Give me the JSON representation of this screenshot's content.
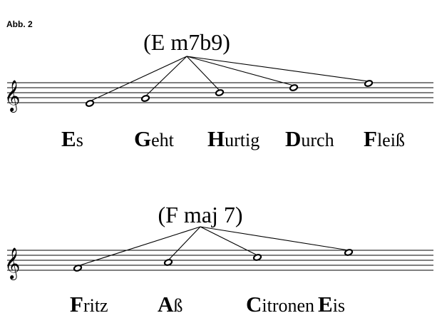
{
  "figure_label": "Abb. 2",
  "clef_icon": "treble-clef-icon",
  "clef_glyph": "𝄞",
  "sections": [
    {
      "chord": "(E m7b9)",
      "words": [
        {
          "initial": "E",
          "rest": "s"
        },
        {
          "initial": "G",
          "rest": "eht"
        },
        {
          "initial": "H",
          "rest": "urtig"
        },
        {
          "initial": "D",
          "rest": "urch"
        },
        {
          "initial": "F",
          "rest": "leiß"
        }
      ]
    },
    {
      "chord": "(F maj 7)",
      "words": [
        {
          "initial": "F",
          "rest": "ritz"
        },
        {
          "initial": "A",
          "rest": "ß"
        },
        {
          "initial": "C",
          "rest": "itronen"
        },
        {
          "initial": "E",
          "rest": "is"
        }
      ]
    }
  ]
}
